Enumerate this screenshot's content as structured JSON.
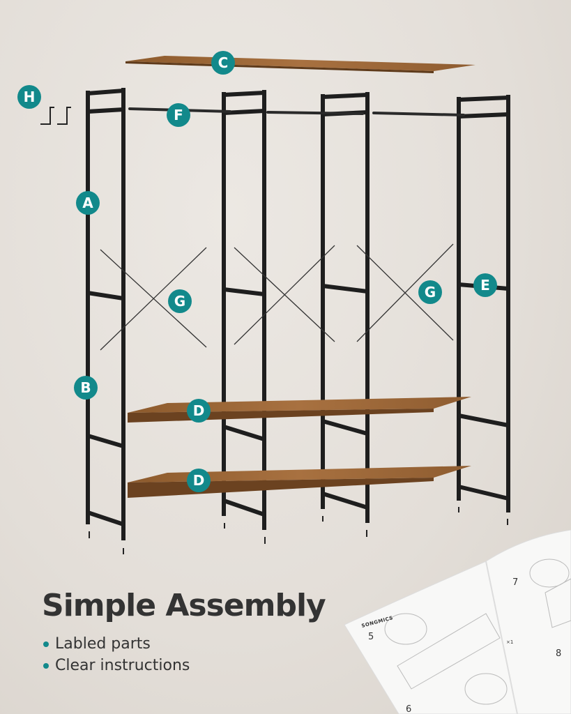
{
  "labels": {
    "A": "A",
    "B": "B",
    "C": "C",
    "D": "D",
    "E": "E",
    "F": "F",
    "G": "G",
    "H": "H"
  },
  "heading": "Simple Assembly",
  "bullets": [
    "Labled parts",
    "Clear instructions"
  ],
  "manual": {
    "brand": "SONGMICS",
    "steps": [
      "5",
      "6",
      "7",
      "8"
    ],
    "quantity": "×1"
  },
  "colors": {
    "accent": "#12898b",
    "frame": "#1e1e1e",
    "wood": "#9a6634",
    "text": "#333333"
  }
}
